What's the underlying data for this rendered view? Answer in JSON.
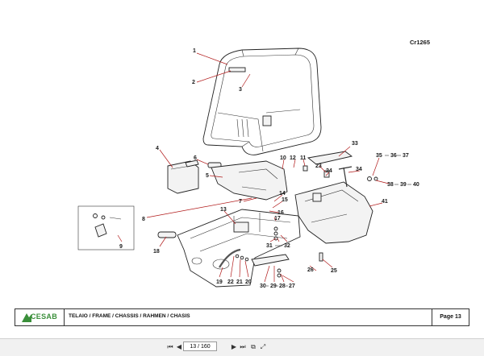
{
  "drawing": {
    "code": "Cr1265",
    "callouts": [
      "1",
      "2",
      "3",
      "4",
      "5",
      "6",
      "7",
      "8",
      "9",
      "10",
      "11",
      "12",
      "13",
      "14",
      "15",
      "16",
      "17",
      "18",
      "19",
      "20",
      "21",
      "22",
      "23",
      "24",
      "25",
      "26",
      "27",
      "28",
      "29",
      "30",
      "31",
      "32",
      "33",
      "34",
      "35",
      "36",
      "37",
      "38",
      "39",
      "40",
      "41"
    ]
  },
  "title_block": {
    "logo_text": "CESAB",
    "title": "TELAIO / FRAME / CHASSIS / RAHMEN / CHASIS",
    "page": "Page 13"
  },
  "pager": {
    "page_value": "13 / 160",
    "buttons": {
      "first": "⏮",
      "prev": "◀",
      "next": "▶",
      "last": "⏭",
      "fit": "⧉",
      "zoom": "⤢"
    }
  }
}
